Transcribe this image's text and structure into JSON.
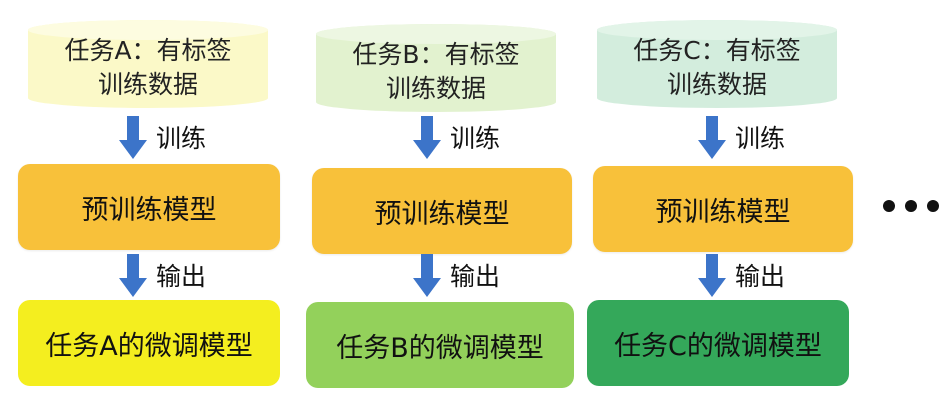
{
  "columns": [
    {
      "id": "a",
      "data_label_line1": "任务A：有标签",
      "data_label_line2": "训练数据",
      "train_label": "训练",
      "pretrained_model": "预训练模型",
      "output_label": "输出",
      "finetuned_model": "任务A的微调模型",
      "db_color": "#fbf9c8",
      "finetune_color": "#f4ee1f"
    },
    {
      "id": "b",
      "data_label_line1": "任务B：有标签",
      "data_label_line2": "训练数据",
      "train_label": "训练",
      "pretrained_model": "预训练模型",
      "output_label": "输出",
      "finetuned_model": "任务B的微调模型",
      "db_color": "#e2f2cf",
      "finetune_color": "#93d15b"
    },
    {
      "id": "c",
      "data_label_line1": "任务C：有标签",
      "data_label_line2": "训练数据",
      "train_label": "训练",
      "pretrained_model": "预训练模型",
      "output_label": "输出",
      "finetuned_model": "任务C的微调模型",
      "db_color": "#d3eddd",
      "finetune_color": "#34a85a"
    }
  ],
  "colors": {
    "pretrained": "#f8c13a",
    "arrow": "#3c74c9"
  },
  "ellipsis_icon": "ellipsis-icon"
}
